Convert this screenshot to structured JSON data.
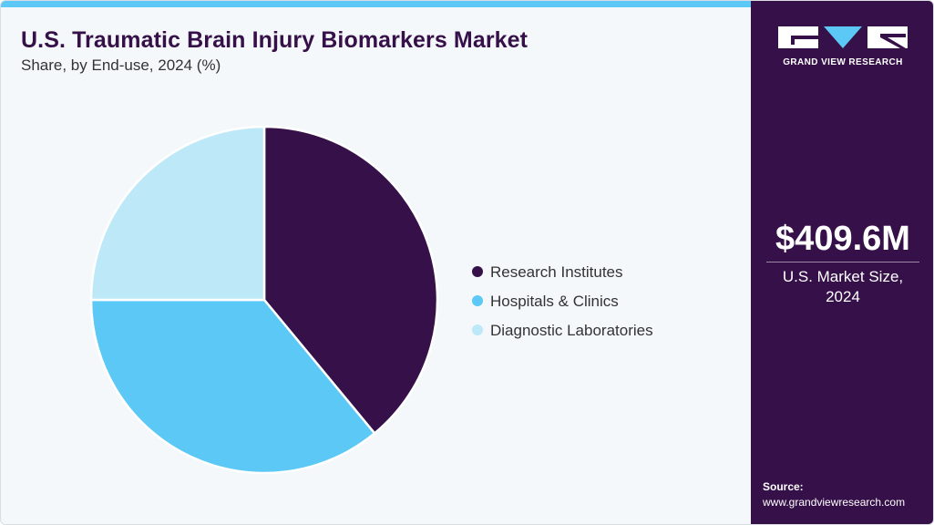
{
  "header": {
    "title": "U.S. Traumatic Brain Injury Biomarkers Market",
    "subtitle": "Share, by End-use, 2024 (%)"
  },
  "colors": {
    "accent": "#5bc8f5",
    "side_panel": "#361048",
    "background": "#f4f8fb"
  },
  "chart_data": {
    "type": "pie",
    "title": "U.S. Traumatic Brain Injury Biomarkers Market",
    "subtitle": "Share, by End-use, 2024 (%)",
    "categories": [
      "Research Institutes",
      "Hospitals & Clinics",
      "Diagnostic Laboratories"
    ],
    "values": [
      39,
      36,
      25
    ],
    "colors": [
      "#361048",
      "#5bc8f5",
      "#bde8f8"
    ],
    "start_angle": "12 o'clock",
    "direction": "clockwise",
    "legend_position": "right"
  },
  "sidebar": {
    "logo_icon": "grand-view-research-logo",
    "logo_text": "GRAND VIEW RESEARCH",
    "market_value": "$409.6M",
    "market_label_line1": "U.S. Market Size,",
    "market_label_line2": "2024",
    "source_label": "Source:",
    "source_url": "www.grandviewresearch.com"
  }
}
